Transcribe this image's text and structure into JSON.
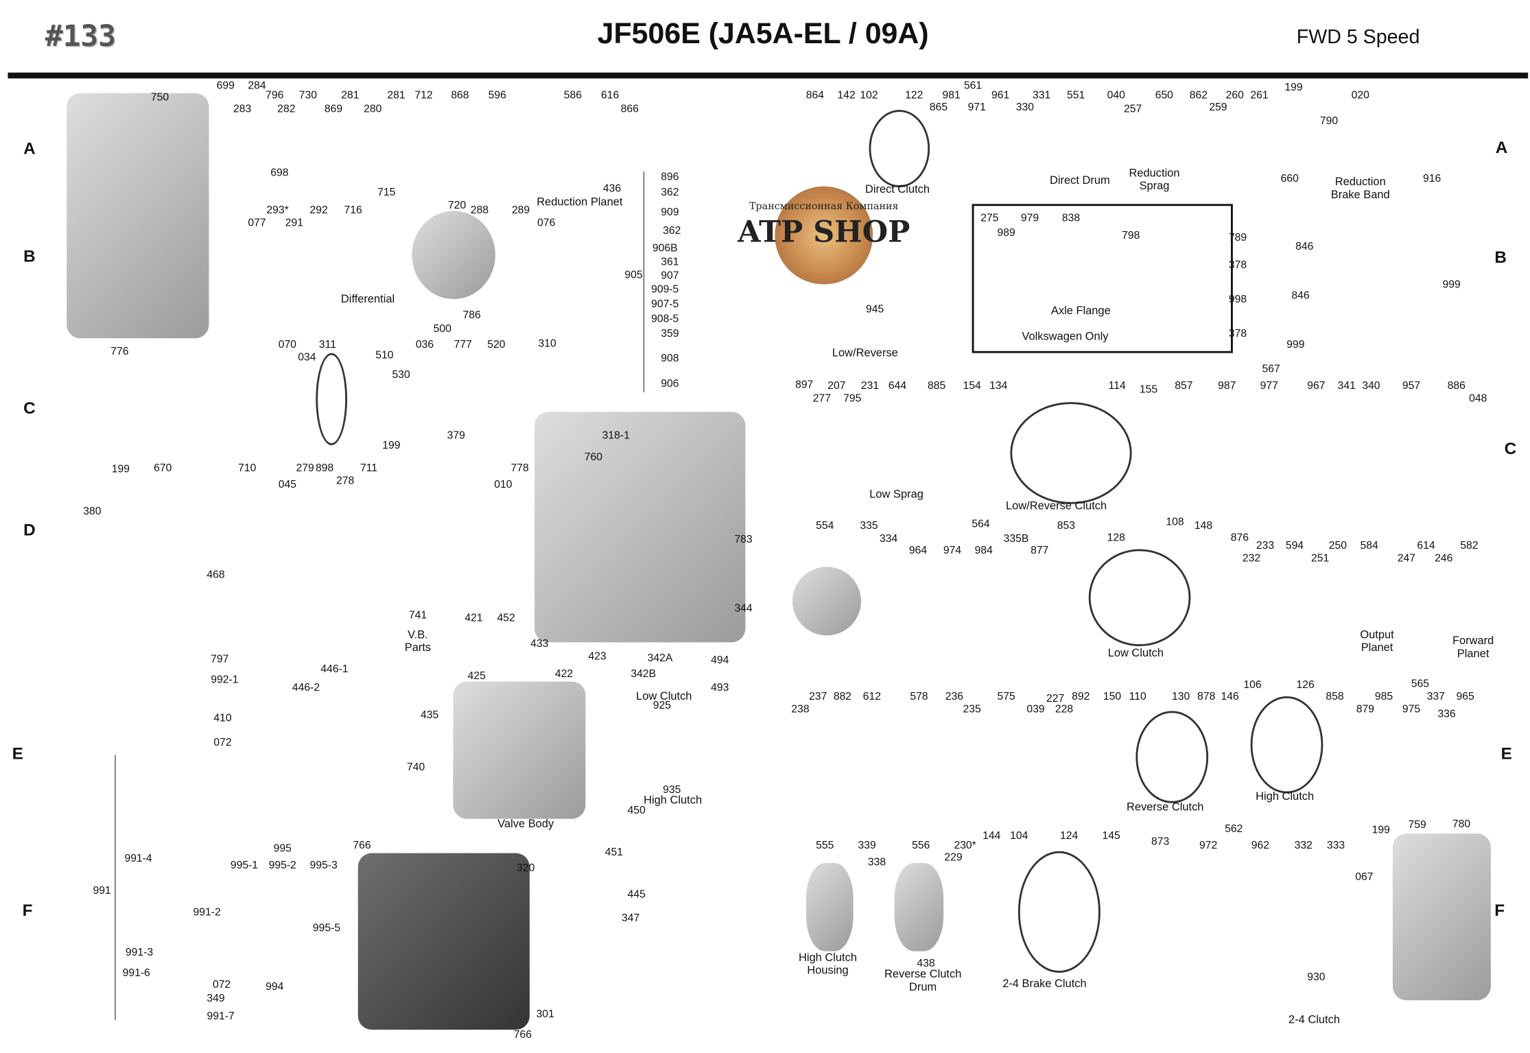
{
  "header": {
    "diagram_number": "#133",
    "title": "JF506E (JA5A-EL / 09A)",
    "subtitle": "FWD 5 Speed"
  },
  "logo": {
    "name": "ATP SHOP",
    "tagline": "Трансмиссионная Компания"
  },
  "rows_left": [
    "A",
    "B",
    "C",
    "D",
    "E",
    "F"
  ],
  "rows_right": [
    "A",
    "B",
    "C",
    "E",
    "F"
  ],
  "labels": [
    "750",
    "699",
    "284",
    "283",
    "796",
    "282",
    "730",
    "869",
    "281",
    "280",
    "281",
    "712",
    "868",
    "596",
    "586",
    "616",
    "866",
    "436",
    "Reduction Planet",
    "698",
    "715",
    "293*",
    "291",
    "292",
    "716",
    "720",
    "288",
    "289",
    "076",
    "077",
    "Differential",
    "786",
    "776",
    "864",
    "142",
    "102",
    "122",
    "561",
    "981",
    "865",
    "971",
    "961",
    "330",
    "331",
    "551",
    "040",
    "257",
    "650",
    "862",
    "259",
    "260",
    "261",
    "199",
    "790",
    "020",
    "660",
    "916",
    "Direct  Clutch",
    "Direct Drum",
    "Reduction\nSprag",
    "Reduction\nBrake Band",
    "896",
    "362",
    "909",
    "362",
    "906B",
    "361",
    "907",
    "909-5",
    "905",
    "907-5",
    "908-5",
    "359",
    "908",
    "906",
    "275",
    "989",
    "979",
    "838",
    "798",
    "789",
    "378",
    "998",
    "378",
    "Axle Flange",
    "Volkswagen Only",
    "846",
    "846",
    "999",
    "999",
    "500",
    "070",
    "034",
    "311",
    "510",
    "036",
    "777",
    "520",
    "530",
    "310",
    "379",
    "318-1",
    "760",
    "778",
    "010",
    "199",
    "898",
    "279",
    "278",
    "711",
    "710",
    "670",
    "199",
    "045",
    "380",
    "468",
    "783",
    "344",
    "945",
    "Low/Reverse",
    "897",
    "277",
    "207",
    "795",
    "231",
    "644",
    "885",
    "154",
    "134",
    "114",
    "155",
    "857",
    "567",
    "987",
    "977",
    "967",
    "341",
    "340",
    "957",
    "886",
    "048",
    "Low Sprag",
    "Low/Reverse Clutch",
    "554",
    "335",
    "334",
    "564",
    "964",
    "974",
    "984",
    "335B",
    "877",
    "853",
    "128",
    "108",
    "148",
    "876",
    "233",
    "232",
    "594",
    "251",
    "250",
    "584",
    "247",
    "614",
    "246",
    "582",
    "Low Clutch",
    "Output\nPlanet",
    "Forward\nPlanet",
    "238",
    "237",
    "882",
    "612",
    "578",
    "236",
    "235",
    "575",
    "039",
    "227",
    "228",
    "892",
    "150",
    "110",
    "130",
    "878",
    "146",
    "106",
    "126",
    "858",
    "565",
    "879",
    "985",
    "975",
    "337",
    "336",
    "965",
    "Reverse Clutch",
    "High Clutch",
    "555",
    "339",
    "338",
    "556",
    "230*",
    "229",
    "144",
    "104",
    "124",
    "145",
    "873",
    "562",
    "972",
    "962",
    "332",
    "333",
    "199",
    "067",
    "759",
    "780",
    "High Clutch\nHousing",
    "438",
    "Reverse Clutch\nDrum",
    "2-4 Brake Clutch",
    "930",
    "2-4 Clutch",
    "741",
    "V.B.\nParts",
    "421",
    "452",
    "433",
    "423",
    "342A",
    "342B",
    "494",
    "493",
    "425",
    "422",
    "446-1",
    "446-2",
    "435",
    "Low  Clutch",
    "925",
    "740",
    "935",
    "High Clutch",
    "450",
    "Valve Body",
    "451",
    "797",
    "992-1",
    "410",
    "072",
    "991-4",
    "991",
    "995",
    "995-1",
    "995-2",
    "995-3",
    "995-5",
    "991-2",
    "991-3",
    "991-6",
    "072",
    "349",
    "991-7",
    "994",
    "766",
    "320",
    "445",
    "347",
    "301",
    "766"
  ]
}
